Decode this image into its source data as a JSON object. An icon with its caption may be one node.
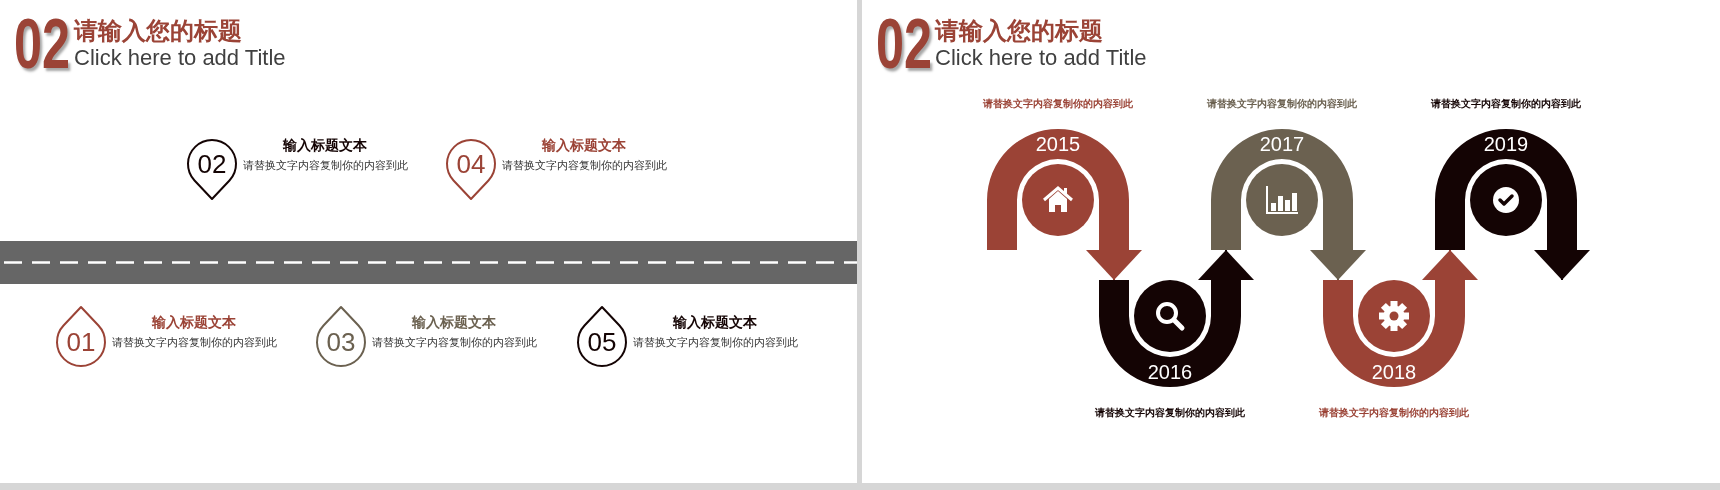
{
  "diagram": {
    "nodes": [
      {
        "text": [
          "02"
        ],
        "beside": [
          "输入标题文本",
          "请替换文字内容复制你的内容到此"
        ]
      },
      {
        "text": [
          "04"
        ],
        "beside": [
          "输入标题文本",
          "请替换文字内容复制你的内容到此"
        ]
      },
      {
        "text": [
          "01"
        ],
        "beside": [
          "输入标题文本",
          "请替换文字内容复制你的内容到此"
        ]
      },
      {
        "text": [
          "03"
        ],
        "beside": [
          "输入标题文本",
          "请替换文字内容复制你的内容到此"
        ]
      },
      {
        "text": [
          "05"
        ],
        "beside": [
          "输入标题文本",
          "请替换文字内容复制你的内容到此"
        ]
      },
      {
        "text": [
          "2015"
        ],
        "beside": [
          "请替换文字内容复制你的内容到此"
        ]
      },
      {
        "text": [
          "2016"
        ],
        "beside": [
          "请替换文字内容复制你的内容到此"
        ]
      },
      {
        "text": [
          "2017"
        ],
        "beside": [
          "请替换文字内容复制你的内容到此"
        ]
      },
      {
        "text": [
          "2018"
        ],
        "beside": [
          "请替换文字内容复制你的内容到此"
        ]
      },
      {
        "text": [
          "2019"
        ],
        "beside": [
          "请替换文字内容复制你的内容到此"
        ]
      }
    ],
    "edges": [
      {
        "from": 5,
        "to": 6,
        "arrow": "to",
        "color": "#9b4336"
      },
      {
        "from": 6,
        "to": 7,
        "arrow": "to",
        "color": "#140404"
      },
      {
        "from": 7,
        "to": 8,
        "arrow": "to",
        "color": "#6b6150"
      },
      {
        "from": 8,
        "to": 9,
        "arrow": "to",
        "color": "#9b4336"
      },
      {
        "from": 9,
        "to": null,
        "arrow": "to",
        "color": "#140404"
      }
    ],
    "labels": [
      "02",
      "请输入您的标题",
      "Click here to add Title",
      "02",
      "请输入您的标题",
      "Click here to add Title"
    ]
  }
}
